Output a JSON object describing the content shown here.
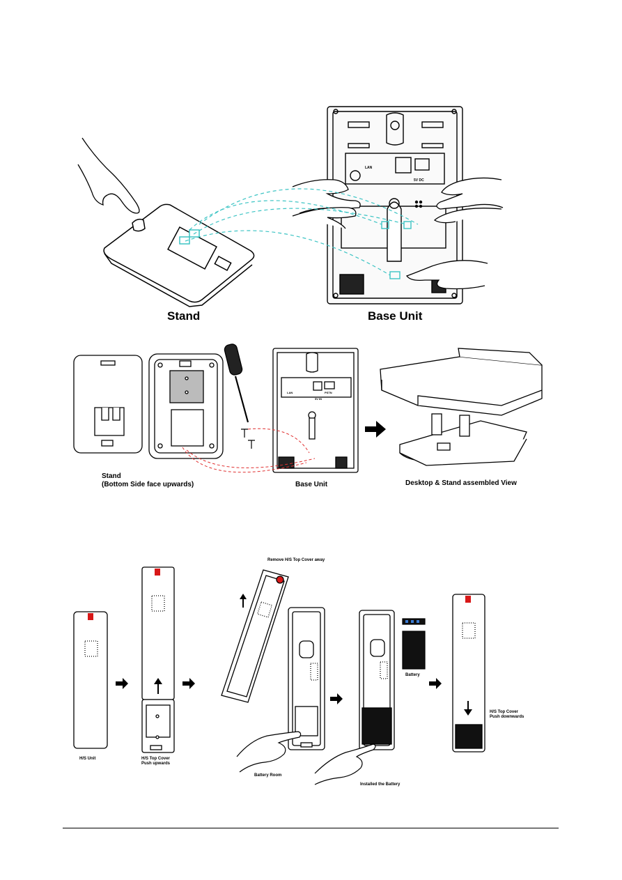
{
  "figure1": {
    "stand_label": "Stand",
    "base_unit_label": "Base Unit",
    "lan_label": "LAN",
    "dc_label": "5V DC"
  },
  "figure2": {
    "stand_label_line1": "Stand",
    "stand_label_line2": "(Bottom Side face upwards)",
    "base_unit_label": "Base Unit",
    "assembled_label": "Desktop & Stand assembled View",
    "lan_label": "LAN",
    "dc_label": "5V IN",
    "pstn_label": "PSTN"
  },
  "figure3": {
    "hs_unit_label": "H/S Unit",
    "push_up_line1": "H/S Top Cover",
    "push_up_line2": "Push upwards",
    "remove_cover_label": "Remove H/S Top Cover away",
    "battery_room_label": "Battery Room",
    "installed_label": "Installed the Battery",
    "battery_label": "Battery",
    "push_down_line1": "H/S Top Cover",
    "push_down_line2": "Push downwards"
  },
  "colors": {
    "guide_cyan": "#3cc4c4",
    "guide_red": "#e03030",
    "hs_accent_red": "#d81818",
    "ink": "#000000"
  }
}
